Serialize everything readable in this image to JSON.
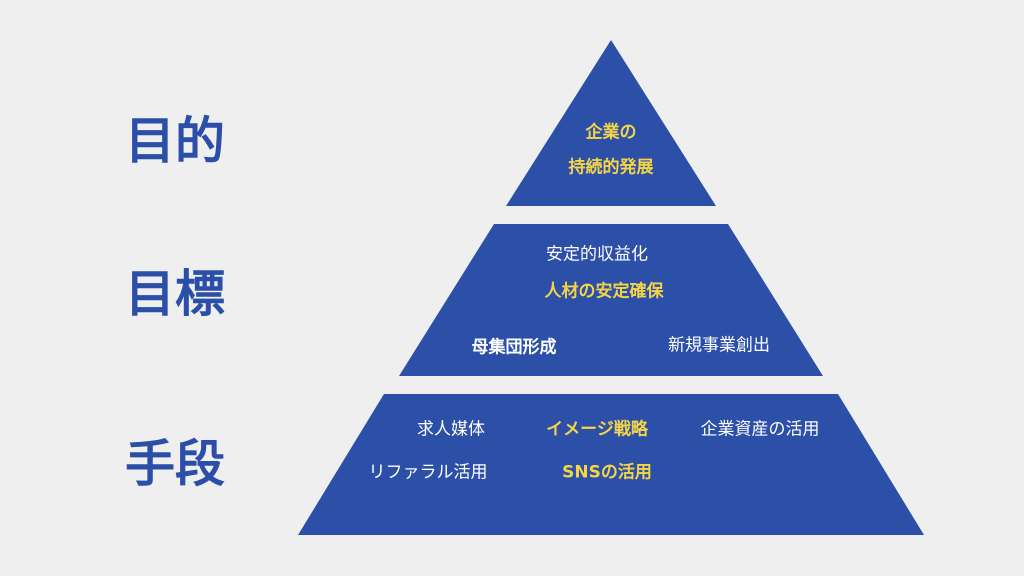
{
  "colors": {
    "blue": "#2c4fa8",
    "yellow": "#f5d547",
    "background": "#efefef"
  },
  "levels": {
    "purpose": {
      "label": "目的",
      "items": [
        "企業の",
        "持続的発展"
      ]
    },
    "goal": {
      "label": "目標",
      "items": [
        "安定的収益化",
        "人材の安定確保",
        "母集団形成",
        "新規事業創出"
      ]
    },
    "means": {
      "label": "手段",
      "items": [
        "求人媒体",
        "イメージ戦略",
        "企業資産の活用",
        "リファラル活用",
        "SNSの活用"
      ]
    }
  }
}
